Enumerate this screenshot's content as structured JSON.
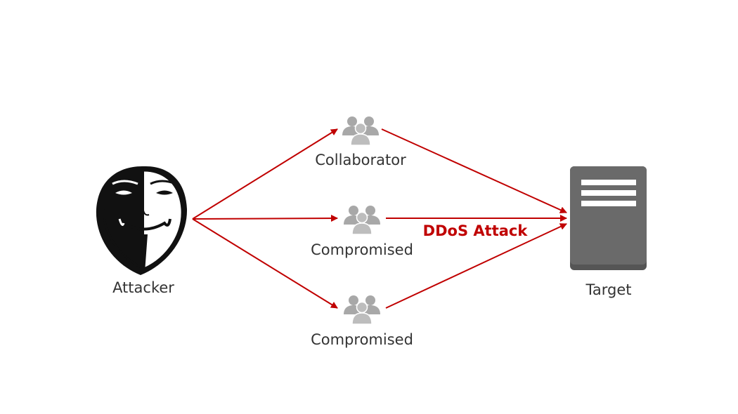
{
  "nodes": {
    "attacker": {
      "label": "Attacker"
    },
    "collaborator": {
      "label": "Collaborator"
    },
    "compromised_1": {
      "label": "Compromised"
    },
    "compromised_2": {
      "label": "Compromised"
    },
    "target": {
      "label": "Target"
    }
  },
  "edges": {
    "attack_label": "DDoS Attack",
    "color": "#c00000"
  },
  "colors": {
    "arrow": "#c00000",
    "group_icon": "#a8a8a8",
    "server": "#6a6a6a",
    "text": "#333333"
  },
  "icons": {
    "attacker": "guy-fawkes-mask-icon",
    "bots": "user-group-icon",
    "target": "server-icon"
  }
}
